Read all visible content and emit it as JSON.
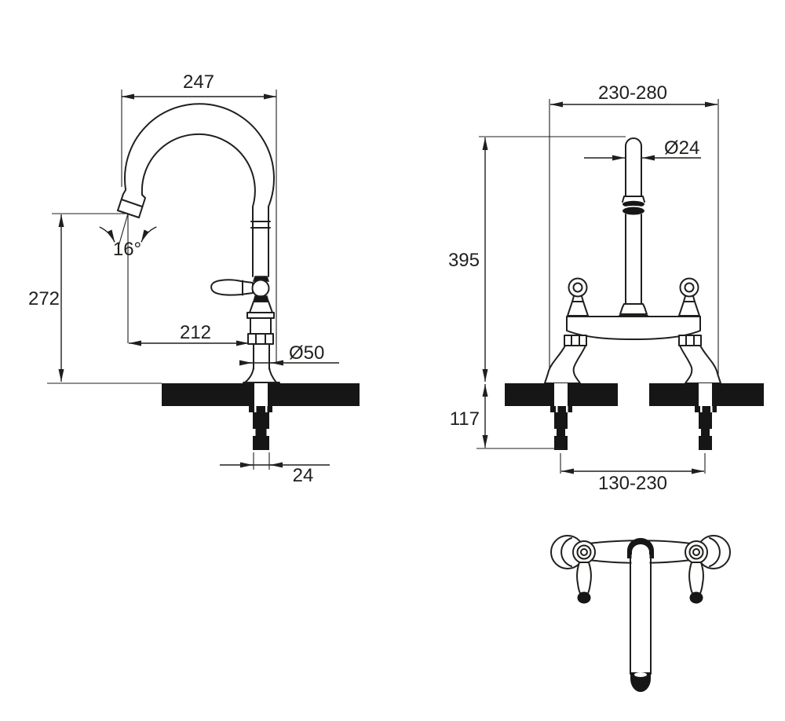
{
  "drawing": {
    "kind": "technical-dimension-drawing",
    "subject": "bridge kitchen mixer tap",
    "background_color": "#ffffff",
    "line_color": "#1f1f1d",
    "fill_color": "#161616"
  },
  "side_view": {
    "spout_reach": "247",
    "spout_height": "272",
    "spout_angle": "16°",
    "reach_to_body": "212",
    "base_diameter": "Ø50",
    "shank_width": "24"
  },
  "front_view": {
    "overall_width_range": "230-280",
    "spout_diameter": "Ø24",
    "height_above_deck": "395",
    "depth_below_deck": "117",
    "hole_centres_range": "130-230"
  }
}
